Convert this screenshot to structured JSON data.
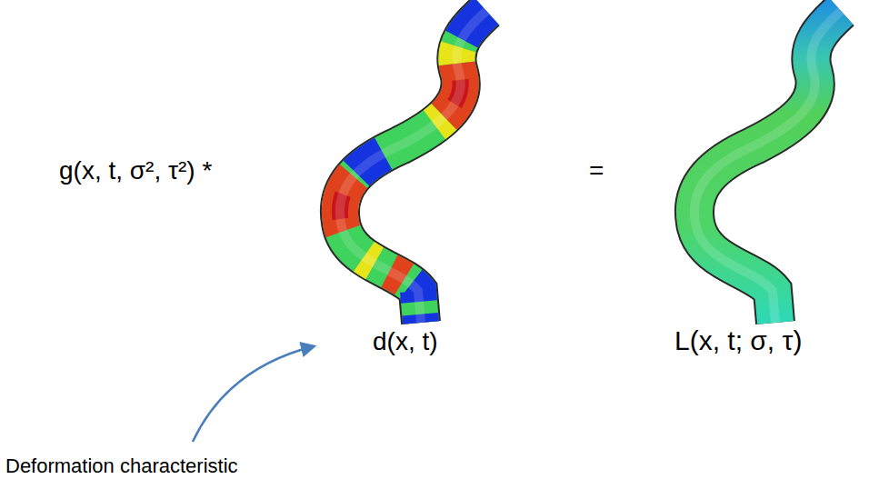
{
  "diagram": {
    "labels": [
      "g(x, t, σ², τ²) *",
      "=",
      "d(x, t)",
      "L(x, t; σ, τ)",
      "Deformation characteristic"
    ]
  }
}
